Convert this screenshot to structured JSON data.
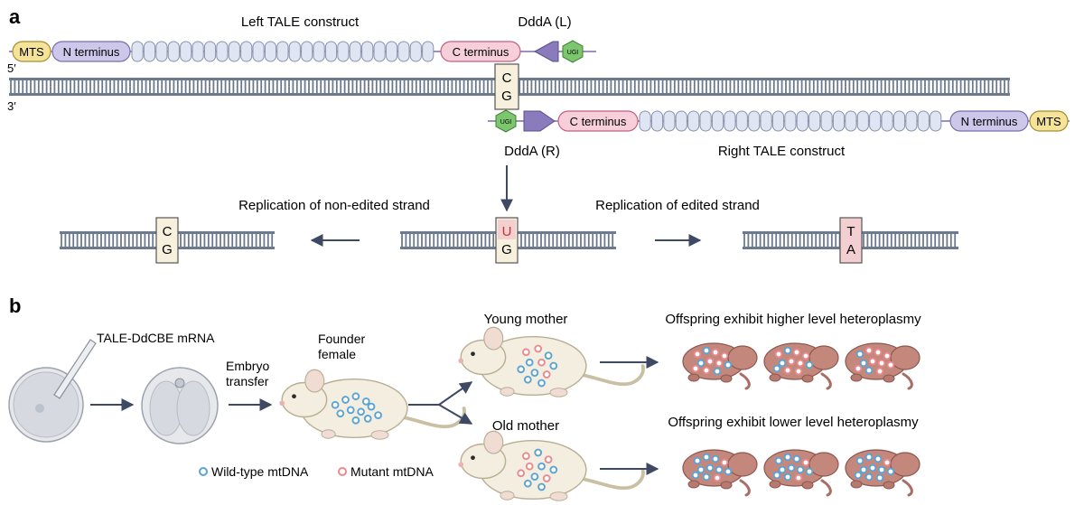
{
  "panel_a": {
    "label": "a",
    "left_construct_title": "Left TALE construct",
    "right_construct_title": "Right TALE construct",
    "ddda_left": "DddA (L)",
    "ddda_right": "DddA (R)",
    "mts": "MTS",
    "n_terminus": "N terminus",
    "c_terminus": "C terminus",
    "ugi": "UGI",
    "five_prime": "5′",
    "three_prime": "3′",
    "target_top": "C",
    "target_bottom": "G",
    "replication_non_edited": "Replication of non-edited strand",
    "replication_edited": "Replication of edited strand",
    "left_pair": [
      "C",
      "G"
    ],
    "middle_pair": [
      "U",
      "G"
    ],
    "right_pair": [
      "T",
      "A"
    ]
  },
  "panel_b": {
    "label": "b",
    "mrna": "TALE-DdCBE mRNA",
    "embryo_transfer": [
      "Embryo",
      "transfer"
    ],
    "founder": [
      "Founder",
      "female"
    ],
    "young_mother": "Young mother",
    "old_mother": "Old mother",
    "offspring_higher": "Offspring exhibit higher level heteroplasmy",
    "offspring_lower": "Offspring exhibit lower level heteroplasmy",
    "legend_wild_type": "Wild-type mtDNA",
    "legend_mutant": "Mutant mtDNA"
  },
  "colors": {
    "dna": "#6d7a8e",
    "tale_repeat": "#dfe5f2",
    "n_terminus": "#cdc7ea",
    "c_terminus": "#f6cfdb",
    "mts": "#f6e39a",
    "ddda": "#8a7bbd",
    "ugi": "#7cc66e",
    "mutant": "#f4cfd2",
    "wild_type_dot": "#5aa3d4",
    "mutant_dot": "#e98a8f",
    "arrow": "#3e4a63"
  }
}
